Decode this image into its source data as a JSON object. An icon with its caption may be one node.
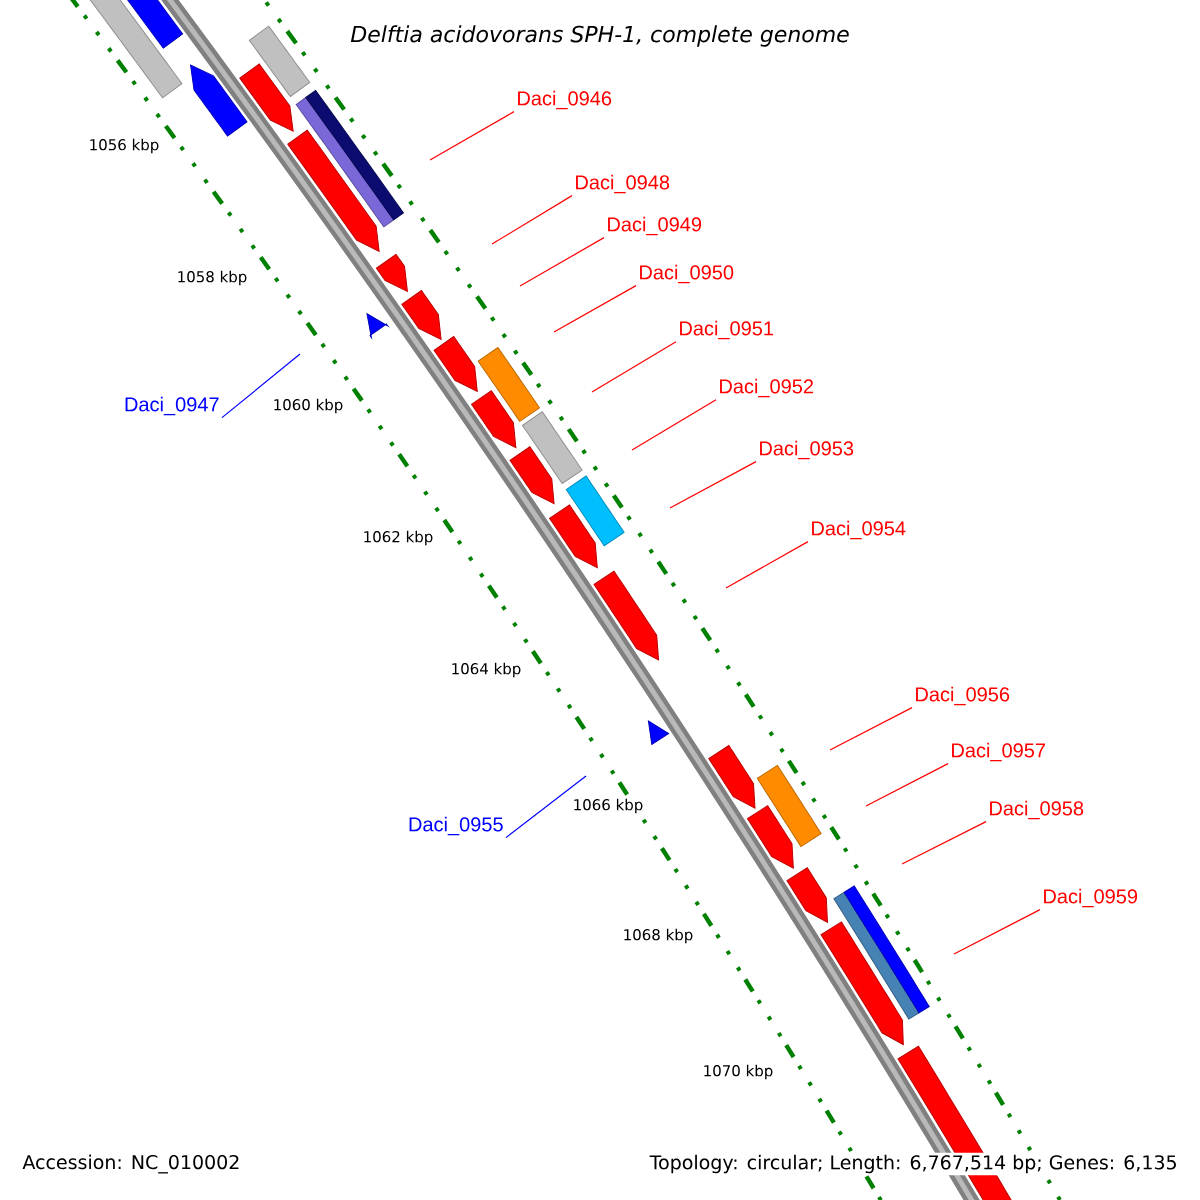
{
  "diagram": {
    "title": "Delftia acidovorans SPH-1, complete genome",
    "nodes": [
      {
        "text": [
          "Daci_0946"
        ]
      },
      {
        "text": [
          "Daci_0948"
        ]
      },
      {
        "text": [
          "Daci_0949"
        ]
      },
      {
        "text": [
          "Daci_0950"
        ]
      },
      {
        "text": [
          "Daci_0951"
        ]
      },
      {
        "text": [
          "Daci_0952"
        ]
      },
      {
        "text": [
          "Daci_0947"
        ]
      },
      {
        "text": [
          "Daci_0953"
        ]
      },
      {
        "text": [
          "Daci_0954"
        ]
      },
      {
        "text": [
          "Daci_0956"
        ]
      },
      {
        "text": [
          "Daci_0957"
        ]
      },
      {
        "text": [
          "Daci_0958"
        ]
      },
      {
        "text": [
          "Daci_0955"
        ]
      },
      {
        "text": [
          "Daci_0959"
        ]
      }
    ],
    "edges": [
      {
        "from": 0,
        "to": null,
        "arrow": "none"
      },
      {
        "from": 1,
        "to": null,
        "arrow": "none"
      },
      {
        "from": 2,
        "to": null,
        "arrow": "none"
      },
      {
        "from": 3,
        "to": null,
        "arrow": "none"
      },
      {
        "from": 4,
        "to": null,
        "arrow": "none"
      },
      {
        "from": 5,
        "to": null,
        "arrow": "none"
      },
      {
        "from": 6,
        "to": null,
        "arrow": "none",
        "color": "#0000ff"
      },
      {
        "from": 7,
        "to": null,
        "arrow": "none"
      },
      {
        "from": 8,
        "to": null,
        "arrow": "none"
      },
      {
        "from": 9,
        "to": null,
        "arrow": "none"
      },
      {
        "from": 10,
        "to": null,
        "arrow": "none"
      },
      {
        "from": 11,
        "to": null,
        "arrow": "none"
      },
      {
        "from": 12,
        "to": null,
        "arrow": "none",
        "color": "#0000ff"
      },
      {
        "from": 13,
        "to": null,
        "arrow": "none"
      }
    ],
    "labels": [
      "1056 kbp",
      "1058 kbp",
      "1060 kbp",
      "1062 kbp",
      "1064 kbp",
      "1066 kbp",
      "1068 kbp",
      "1070 kbp",
      "Accession: NC_010002",
      "Topology: circular; Length: 6,767,514 bp; Genes: 6,135"
    ]
  }
}
